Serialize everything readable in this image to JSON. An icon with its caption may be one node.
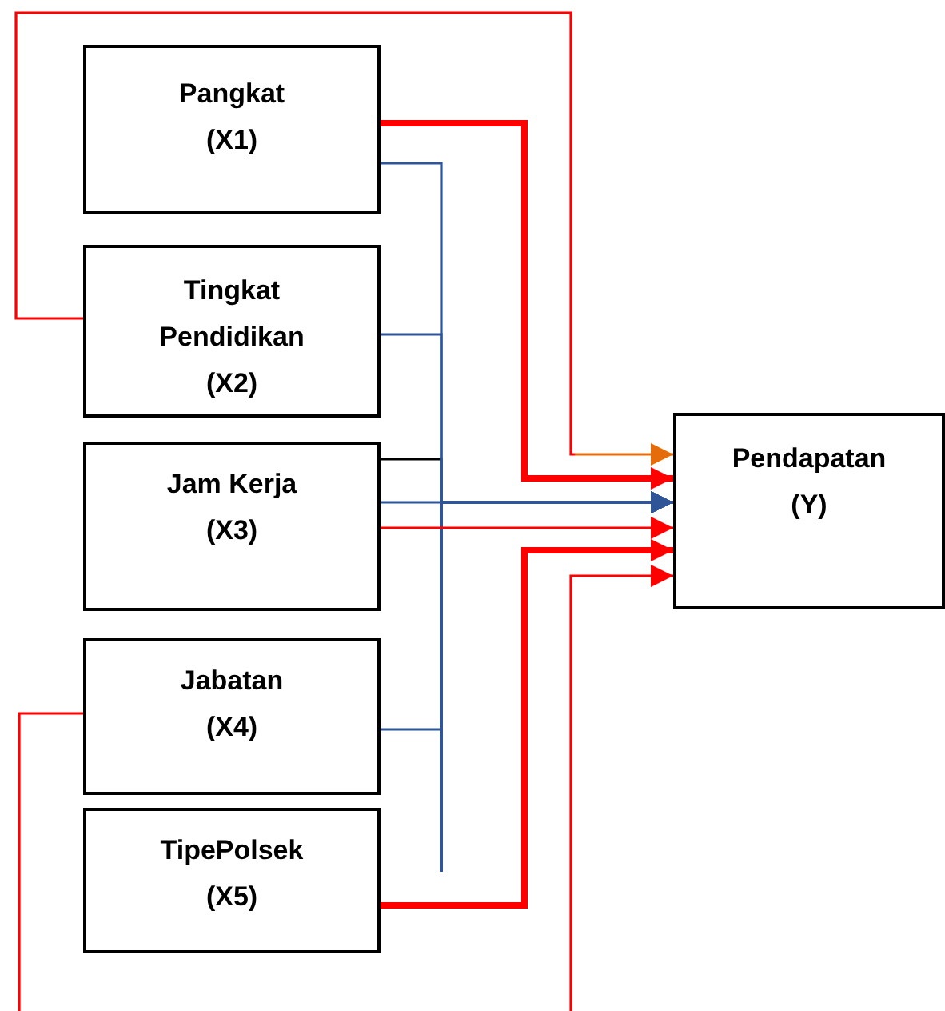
{
  "diagram": {
    "nodes": [
      {
        "text": [
          "Pangkat (X1)"
        ]
      },
      {
        "text": [
          "Tingkat Pendidikan (X2)"
        ]
      },
      {
        "text": [
          "Jam Kerja (X3)"
        ]
      },
      {
        "text": [
          "Jabatan (X4)"
        ]
      },
      {
        "text": [
          "TipePolsek (X5)"
        ]
      },
      {
        "text": [
          "Pendapatan (Y)"
        ]
      }
    ],
    "edges": [
      {
        "from": 0,
        "to": 5,
        "arrow": "to",
        "style": "thick"
      },
      {
        "from": 1,
        "to": 5,
        "arrow": "to",
        "color": "#e46c0a"
      },
      {
        "from": 0,
        "to": 5,
        "arrow": "to",
        "color": "#2f5597"
      },
      {
        "from": 1,
        "to": 5,
        "arrow": "to",
        "color": "#2f5597"
      },
      {
        "from": 2,
        "to": 5,
        "arrow": "to",
        "color": "#000000"
      },
      {
        "from": 3,
        "to": 5,
        "arrow": "to",
        "color": "#2f5597"
      },
      {
        "from": 2,
        "to": 5,
        "arrow": "to",
        "color": "#2f5597"
      },
      {
        "from": 2,
        "to": 5,
        "arrow": "to"
      },
      {
        "from": 4,
        "to": 5,
        "arrow": "to",
        "style": "thick"
      },
      {
        "from": 3,
        "to": null,
        "arrow": "none"
      },
      {
        "from": null,
        "to": 5,
        "arrow": "to"
      }
    ]
  }
}
